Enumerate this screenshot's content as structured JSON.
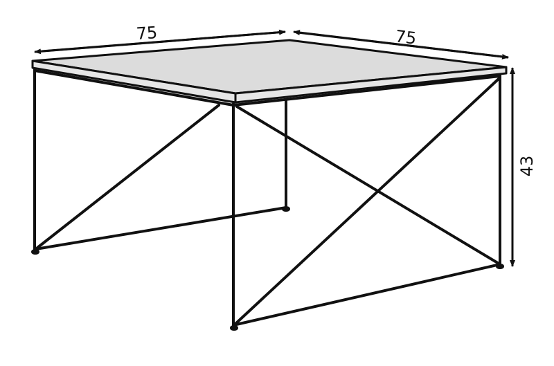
{
  "dimensions": {
    "width_label": "75",
    "depth_label": "75",
    "height_label": "43"
  },
  "colors": {
    "line": "#111111",
    "tabletop": "#dcdcdc"
  }
}
